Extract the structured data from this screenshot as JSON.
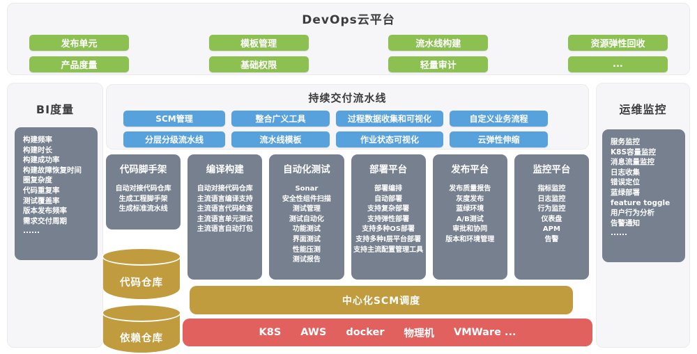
{
  "colors": {
    "green": "#8cc152",
    "blue": "#57a1dd",
    "slate": "#76808f",
    "gold": "#c19c3e",
    "red": "#e0615e",
    "panel_bg": "#f6f6f8"
  },
  "header": {
    "title": "DevOps云平台",
    "row1": [
      "发布单元",
      "模板管理",
      "流水线构建",
      "资源弹性回收"
    ],
    "row2": [
      "产品度量",
      "基础权限",
      "轻量审计",
      "..."
    ]
  },
  "bi_panel": {
    "title": "BI度量",
    "items": [
      "构建频率",
      "构建时长",
      "构建成功率",
      "构建故障恢复时间",
      "圈复杂度",
      "代码重复率",
      "测试覆盖率",
      "版本发布频率",
      "需求交付周期",
      "......"
    ]
  },
  "ops_panel": {
    "title": "运维监控",
    "items": [
      "服务监控",
      "K8S容量监控",
      "消息流量监控",
      "日志收集",
      "错误定位",
      "蓝绿部署",
      "feature toggle",
      "用户行为分析",
      "告警通知",
      "......"
    ]
  },
  "pipeline_panel": {
    "title": "持续交付流水线",
    "row1": [
      "SCM管理",
      "整合广义工具",
      "过程数据收集和可视化",
      "自定义业务流程"
    ],
    "row2": [
      "分层分级流水线",
      "流水线模板",
      "作业状态可视化",
      "云弹性伸缩"
    ]
  },
  "columns": [
    {
      "title": "代码脚手架",
      "items": [
        "自动对接代码仓库",
        "生成工程脚手架",
        "生成标准流水线"
      ]
    },
    {
      "title": "编译构建",
      "items": [
        "自动对接代码仓库",
        "主流语言编译支持",
        "主流语言代码检查",
        "主流语言单元测试",
        "主流语言自动打包"
      ]
    },
    {
      "title": "自动化测试",
      "items": [
        "Sonar",
        "安全性组件扫描",
        "测试管理",
        "测试自动化",
        "功能测试",
        "界面测试",
        "性能压测",
        "测试报告"
      ]
    },
    {
      "title": "部署平台",
      "items": [
        "部署编排",
        "自动部署",
        "支持复杂部署",
        "支持弹性部署",
        "支持多种OS部署",
        "支持多种I层平台部署",
        "支持主流配置管理工具"
      ]
    },
    {
      "title": "发布平台",
      "items": [
        "发布质量报告",
        "灰度发布",
        "蓝绿环境",
        "A/B测试",
        "审批和协同",
        "版本和环境管理"
      ]
    },
    {
      "title": "监控平台",
      "items": [
        "指标监控",
        "日志监控",
        "行为监控",
        "仪表盘",
        "APM",
        "告警"
      ]
    }
  ],
  "repos": {
    "code": "代码仓库",
    "deps": "依赖仓库"
  },
  "scm_bar": {
    "label": "中心化SCM调度"
  },
  "infra_bar": {
    "items": [
      "K8S",
      "AWS",
      "docker",
      "物理机",
      "VMWare ..."
    ]
  }
}
